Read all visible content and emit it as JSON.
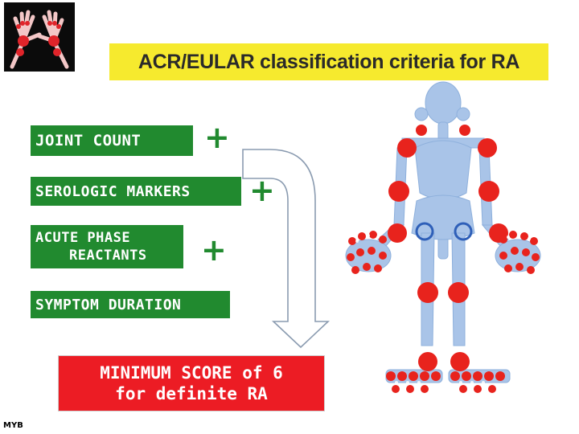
{
  "title": "ACR/EULAR classification criteria for RA",
  "criteria": [
    {
      "label": "JOINT COUNT"
    },
    {
      "label": "SEROLOGIC MARKERS"
    },
    {
      "label_line1": "ACUTE PHASE",
      "label_line2": "REACTANTS"
    },
    {
      "label": "SYMPTOM DURATION"
    }
  ],
  "plus_symbol": "+",
  "result": {
    "line1": "MINIMUM SCORE of 6",
    "line2": "for definite RA"
  },
  "author": "MYB",
  "colors": {
    "title_bg": "#f6ea2e",
    "criteria_bg": "#218a2f",
    "result_bg": "#ec1c24",
    "skeleton": "#a9c4e8",
    "joint": "#e8231d"
  },
  "icons": {
    "photo": "inflamed-hands-xray",
    "arrow": "down-arrow-outline",
    "figure": "skeleton-joint-diagram"
  }
}
